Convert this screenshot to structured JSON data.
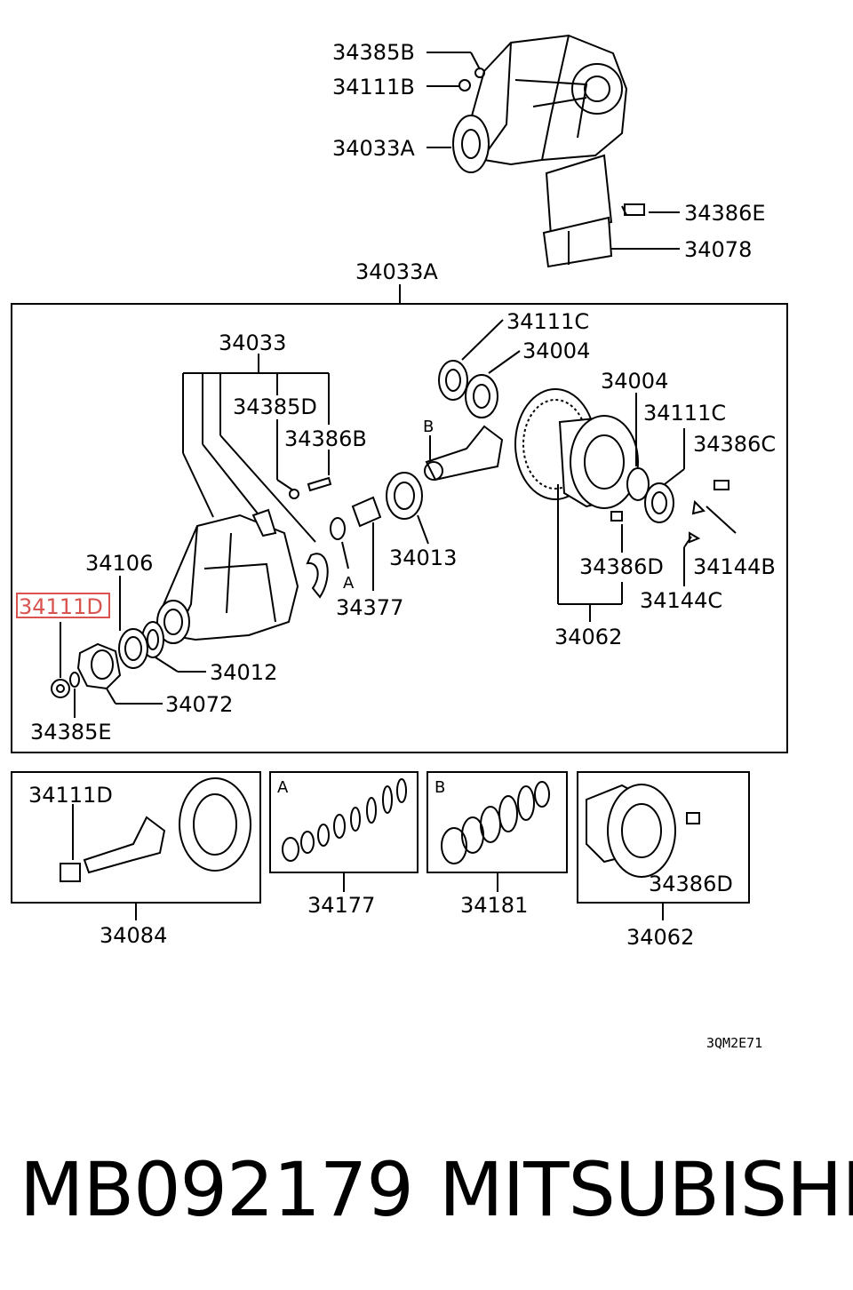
{
  "diagram": {
    "labels": {
      "l34385B": "34385B",
      "l34111B": "34111B",
      "l34033A_top": "34033A",
      "l34386E": "34386E",
      "l34078": "34078",
      "l34033A_box": "34033A",
      "l34033": "34033",
      "l34385D": "34385D",
      "l34386B": "34386B",
      "l34111C_1": "34111C",
      "l34004_1": "34004",
      "l34004_2": "34004",
      "l34111C_2": "34111C",
      "l34386C": "34386C",
      "lB_mark": "B",
      "l34013": "34013",
      "lA_mark": "A",
      "l34377": "34377",
      "l34106": "34106",
      "l34111D_hl": "34111D",
      "l34012": "34012",
      "l34072": "34072",
      "l34385E": "34385E",
      "l34386D_1": "34386D",
      "l34144B": "34144B",
      "l34144C": "34144C",
      "l34062_1": "34062",
      "l34111D_2": "34111D",
      "l34084": "34084",
      "lA_box": "A",
      "l34177": "34177",
      "lB_box": "B",
      "l34181": "34181",
      "l34386D_2": "34386D",
      "l34062_2": "34062",
      "ref_code": "3QM2E71"
    }
  },
  "footer": {
    "part_number": "MB092179",
    "brand": "MITSUBISHI"
  },
  "colors": {
    "highlight": "#d9534f",
    "line": "#000000"
  }
}
